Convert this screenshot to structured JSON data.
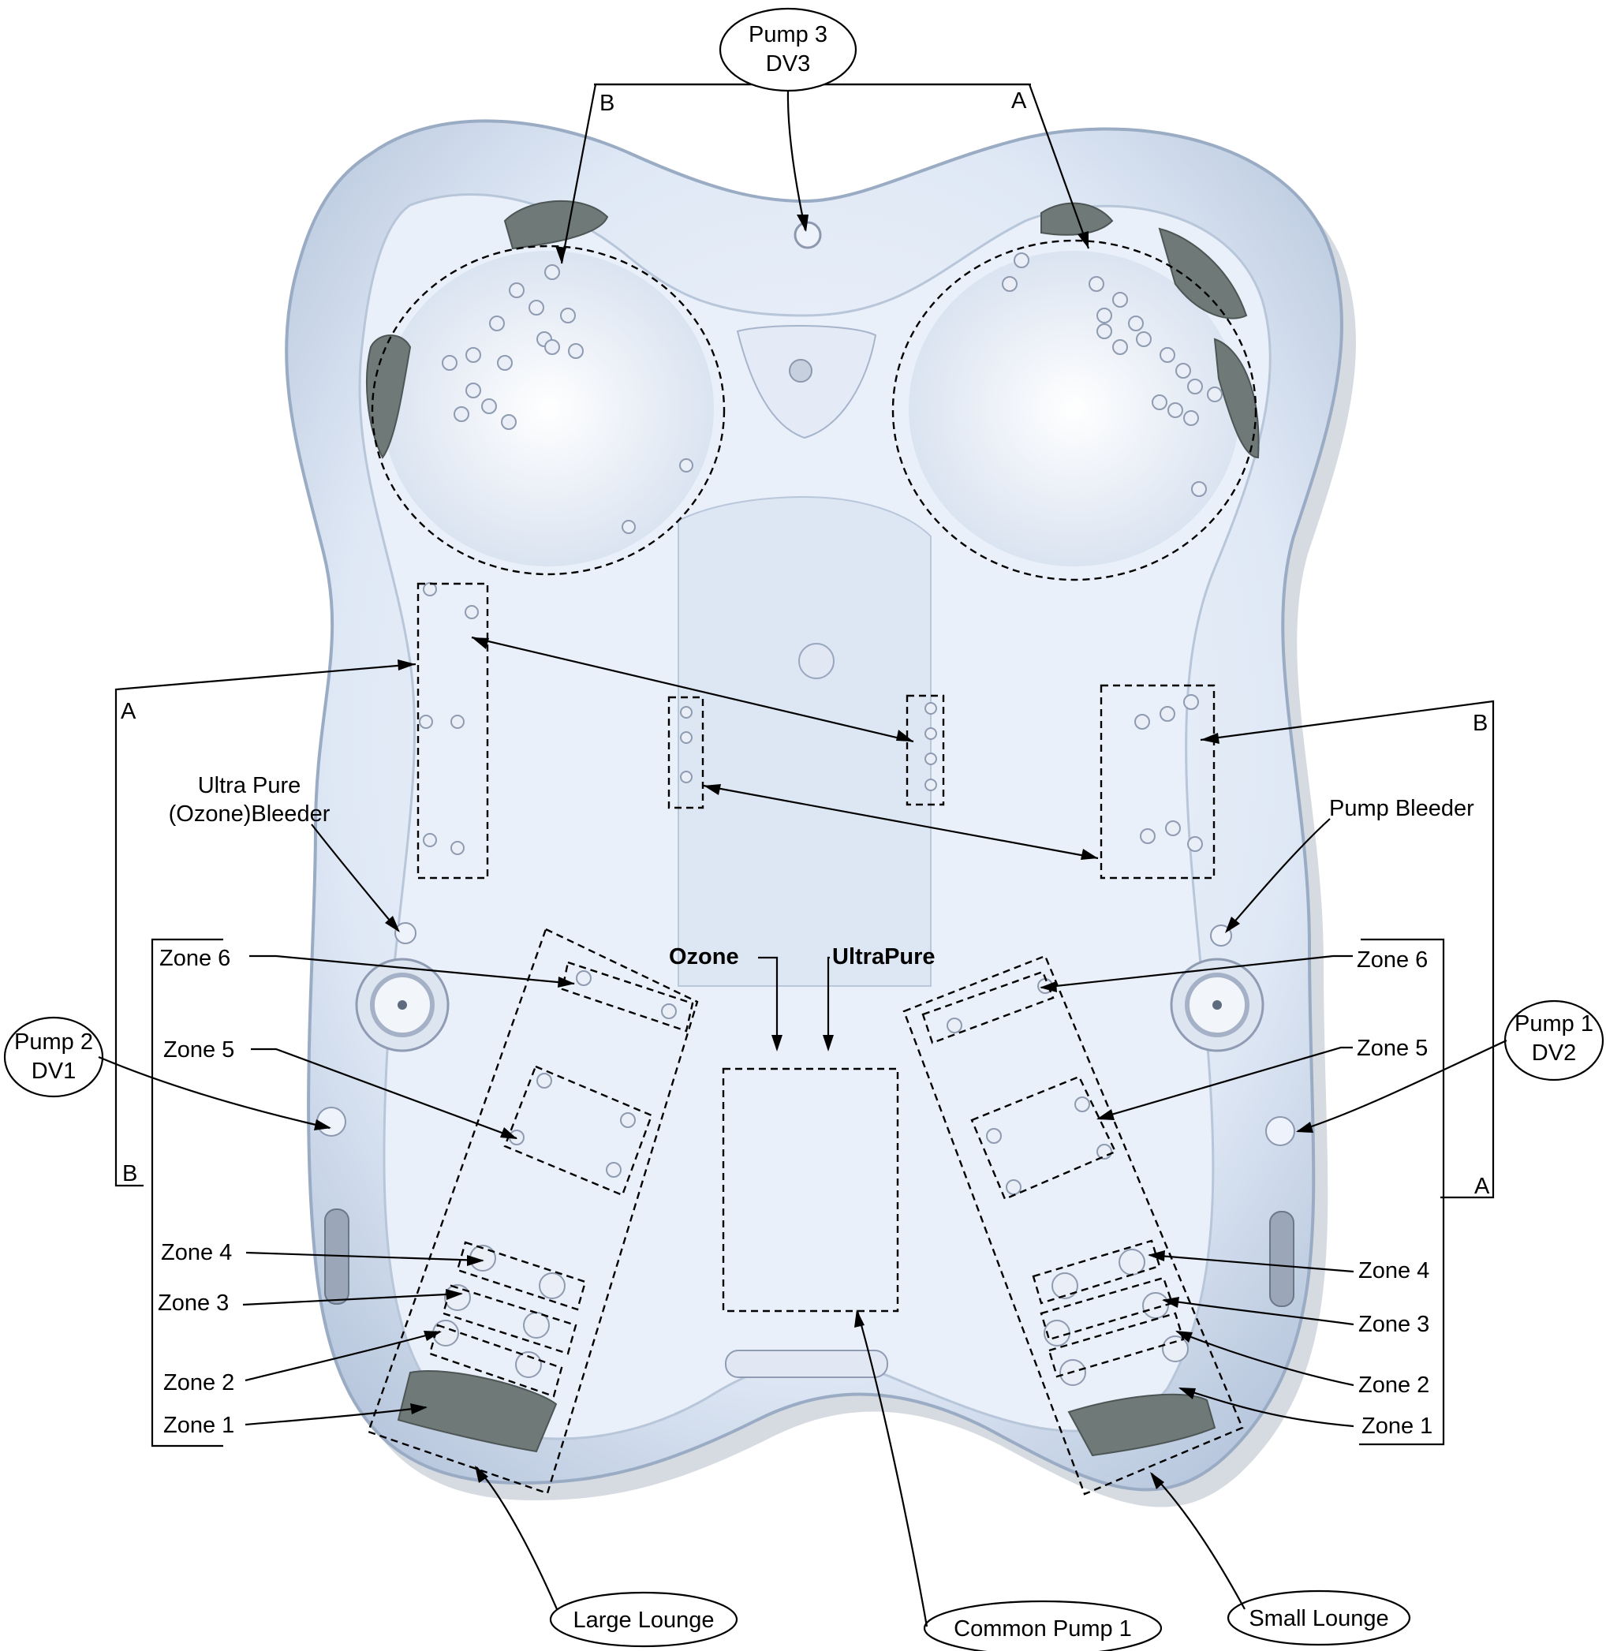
{
  "labels": {
    "pump3": [
      "Pump 3",
      "DV3"
    ],
    "pump1": [
      "Pump 1",
      "DV2"
    ],
    "pump2": [
      "Pump 2",
      "DV1"
    ],
    "ultra_pure_bleeder": [
      "Ultra Pure",
      "(Ozone)Bleeder"
    ],
    "pump_bleeder": "Pump Bleeder",
    "ozone": "Ozone",
    "ultrapure": "UltraPure",
    "large_lounge": "Large Lounge",
    "common_pump1": "Common Pump 1",
    "small_lounge": "Small Lounge",
    "zones_left": [
      "Zone 6",
      "Zone 5",
      "Zone 4",
      "Zone 3",
      "Zone 2",
      "Zone 1"
    ],
    "zones_right": [
      "Zone 6",
      "Zone 5",
      "Zone 4",
      "Zone 3",
      "Zone 2",
      "Zone 1"
    ],
    "bracket_top_left": "B",
    "bracket_top_right": "A",
    "bracket_left_top": "A",
    "bracket_left_bottom": "B",
    "bracket_right_top": "B",
    "bracket_right_bottom": "A"
  },
  "colors": {
    "shell_outer": "#d6e1f1",
    "shell_inner": "#eef3fb",
    "pillow": "#6f7a78",
    "line": "#000000"
  }
}
